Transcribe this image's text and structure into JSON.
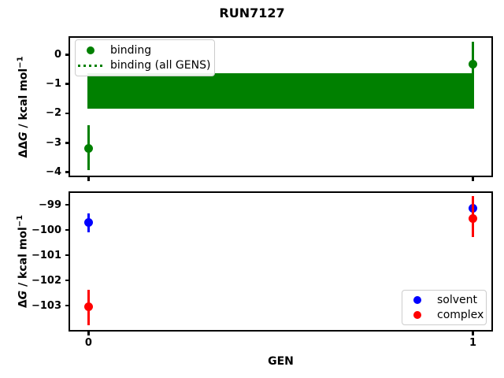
{
  "figure": {
    "title": "RUN7127",
    "background": "#ffffff"
  },
  "chart_data": [
    {
      "id": "binding-plot",
      "type": "scatter",
      "title": "",
      "xlabel": "",
      "ylabel": {
        "prefix": "ΔΔ",
        "variable": "G",
        "rest": " / kcal mol",
        "superscript": "−1"
      },
      "xlim": [
        -0.05,
        1.05
      ],
      "ylim": [
        -4.145,
        0.6
      ],
      "grid": false,
      "xticks": {
        "values": [
          0,
          1
        ],
        "labels": [
          "0",
          "1"
        ],
        "labels_visible": false
      },
      "yticks": {
        "values": [
          0,
          -1,
          -2,
          -3,
          -4
        ],
        "labels": [
          "0",
          "−1",
          "−2",
          "−3",
          "−4"
        ]
      },
      "series": [
        {
          "name": "binding",
          "color": "#008000",
          "marker": "circle",
          "x": [
            0,
            1
          ],
          "y": [
            -3.2,
            -0.33
          ],
          "yerr_low": [
            -3.93,
            -1.1
          ],
          "yerr_high": [
            -2.4,
            0.44
          ]
        }
      ],
      "band": {
        "name": "binding (all GENS)",
        "color": "#008000",
        "x_range": [
          0,
          1
        ],
        "y_top": -0.62,
        "y_bottom": -1.83,
        "center_line_style": "dotted"
      },
      "legend": {
        "position": "upper left",
        "entries": [
          {
            "label": "binding",
            "marker": "dot",
            "color": "#008000"
          },
          {
            "label": "binding (all GENS)",
            "marker": "dotted-line",
            "color": "#008000"
          }
        ]
      }
    },
    {
      "id": "dg-plot",
      "type": "scatter",
      "title": "",
      "xlabel": "GEN",
      "ylabel": {
        "prefix": "Δ",
        "variable": "G",
        "rest": " / kcal mol",
        "superscript": "−1"
      },
      "xlim": [
        -0.05,
        1.05
      ],
      "ylim": [
        -104.0,
        -98.5
      ],
      "grid": false,
      "xticks": {
        "values": [
          0,
          1
        ],
        "labels": [
          "0",
          "1"
        ],
        "labels_visible": true
      },
      "yticks": {
        "values": [
          -99,
          -100,
          -101,
          -102,
          -103
        ],
        "labels": [
          "−99",
          "−100",
          "−101",
          "−102",
          "−103"
        ]
      },
      "series": [
        {
          "name": "solvent",
          "color": "#0000ff",
          "marker": "circle",
          "x": [
            0,
            1
          ],
          "y": [
            -99.7,
            -99.13
          ],
          "yerr_low": [
            -100.08,
            -99.45
          ],
          "yerr_high": [
            -99.33,
            -98.8
          ]
        },
        {
          "name": "complex",
          "color": "#ff0000",
          "marker": "circle",
          "x": [
            0,
            1
          ],
          "y": [
            -103.05,
            -99.56
          ],
          "yerr_low": [
            -103.78,
            -100.28
          ],
          "yerr_high": [
            -102.38,
            -98.65
          ]
        }
      ],
      "legend": {
        "position": "lower right",
        "entries": [
          {
            "label": "solvent",
            "marker": "dot",
            "color": "#0000ff"
          },
          {
            "label": "complex",
            "marker": "dot",
            "color": "#ff0000"
          }
        ]
      }
    }
  ]
}
